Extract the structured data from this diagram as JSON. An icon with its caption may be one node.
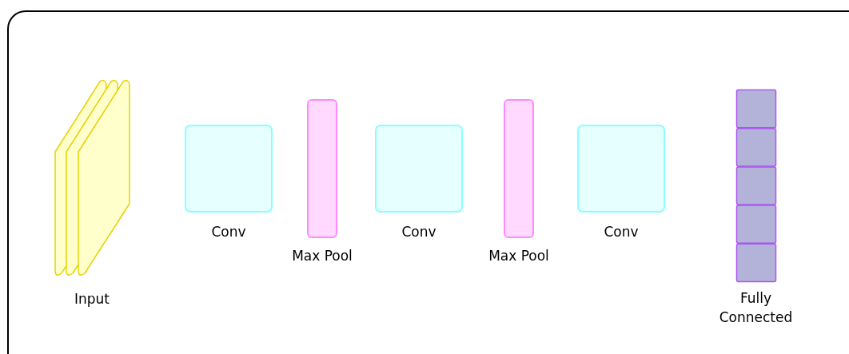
{
  "diagram": {
    "nodes": [
      {
        "text": [
          "Input"
        ]
      },
      {
        "text": [
          "Conv"
        ]
      },
      {
        "text": [
          "Max Pool"
        ]
      },
      {
        "text": [
          "Conv"
        ]
      },
      {
        "text": [
          "Max Pool"
        ]
      },
      {
        "text": [
          "Conv"
        ]
      },
      {
        "text": [
          "Fully Connected"
        ]
      }
    ]
  }
}
